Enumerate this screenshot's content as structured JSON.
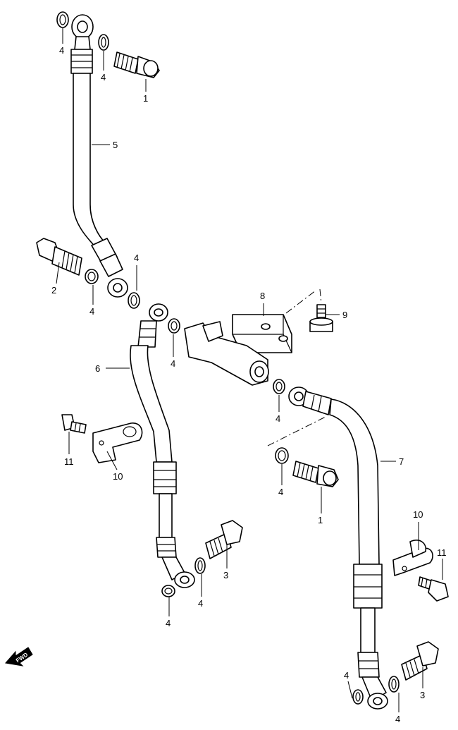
{
  "callouts": {
    "c1a": "1",
    "c1b": "1",
    "c2": "2",
    "c3a": "3",
    "c3b": "3",
    "c4": "4",
    "c5": "5",
    "c6": "6",
    "c7": "7",
    "c8": "8",
    "c9": "9",
    "c10a": "10",
    "c10b": "10",
    "c11a": "11",
    "c11b": "11"
  },
  "fwd_label": "FWD"
}
